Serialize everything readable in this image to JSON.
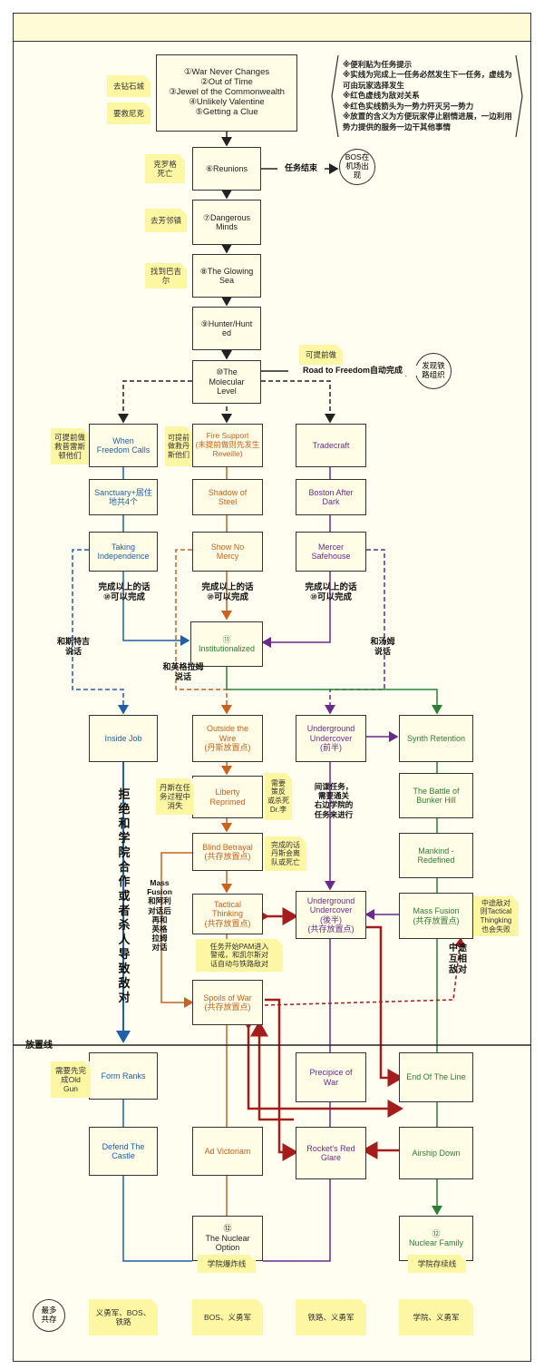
{
  "legend": {
    "text": "※便利贴为任务提示\n※实线为完成上一任务必然发生下一任务，虚线为可由玩家选择发生\n※红色虚线为敌对关系\n※红色实线箭头为一势力歼灭另一势力\n※放置的含义为方便玩家停止剧情进展，一边利用势力提供的服务一边干其他事情"
  },
  "nodes": {
    "main_start": "①War Never Changes\n②Out of Time\n③Jewel of the Commonwealth\n④Unlikely Valentine\n⑤Getting a Clue",
    "reunions": "⑥Reunions",
    "dangerous_minds": "⑦Dangerous\nMinds",
    "glowing_sea": "⑧The Glowing\nSea",
    "hunter_hunted": "⑨Hunter/Hunt\ned",
    "molecular_level": "⑩The\nMolecular\nLevel",
    "when_freedom_calls": "When\nFreedom Calls",
    "fire_support": "Fire Support\n(未提前做则先发生Reveille)",
    "tradecraft": "Tradecraft",
    "sanctuary": "Sanctuary+居住地共4个",
    "shadow_of_steel": "Shadow of\nSteel",
    "boston_after_dark": "Boston After\nDark",
    "taking_independence": "Taking\nIndependence",
    "show_no_mercy": "Show No\nMercy",
    "mercer_safehouse": "Mercer\nSafehouse",
    "institutionalized": "⑪\nInstitutionalized",
    "inside_job": "Inside Job",
    "outside_the_wire": "Outside the\nWire\n(丹斯放置点)",
    "underground_undercover_1": "Underground\nUndercover\n(前半)",
    "synth_retention": "Synth Retention",
    "liberty_reprimed": "Liberty\nReprimed",
    "battle_bunker_hill": "The Battle of\nBunker Hill",
    "blind_betrayal": "Blind Betrayal\n(共存放置点)",
    "mankind_redefined": "Mankind -\nRedefined",
    "tactical_thinking": "Tactical\nThinking\n(共存放置点)",
    "underground_undercover_2": "Underground\nUndercover\n(後半)\n(共存放置点)",
    "mass_fusion": "Mass Fusion\n(共存放置点)",
    "spoils_of_war": "Spoils of War\n(共存放置点)",
    "form_ranks": "Form Ranks",
    "precipice_of_war": "Precipice of\nWar",
    "end_of_the_line": "End Of The Line",
    "defend_the_castle": "Defend The\nCastle",
    "ad_victoriam": "Ad Victoriam",
    "rockets_red_glare": "Rocket's Red\nGlare",
    "airship_down": "Airship Down",
    "nuclear_option": "⑫\nThe Nuclear\nOption",
    "nuclear_family": "⑫\nNuclear Family"
  },
  "stickies": {
    "diamond_city": "去钻石城",
    "save_nick": "要救尼克",
    "kellogg_dead": "克罗格\n死亡",
    "goodneighbor": "去芳邻镇",
    "find_bobby": "找到巴吉尔",
    "can_early": "可提前做",
    "early_preston": "可提前做\n救普雷斯\n顿他们",
    "early_danse": "可提前\n做救丹\n斯他们",
    "danse_vanish": "丹斯在任\n务过程中\n消失",
    "need_persuade": "需要\n策反\n或杀死\nDr.李",
    "danse_leave": "完成的话\n丹斯会离\n队或死亡",
    "pam_notice": "任务开始PAM进入\n警戒，和凯尔斯对\n话自动与铁路敌对",
    "midway_tactical": "中途敌对\n则Tactical\nThingking\n也会失败",
    "need_old_gun": "需要先完\n成Old\nGun",
    "institute_blow": "学院爆炸线",
    "institute_survive": "学院存续线",
    "end1": "义勇军、BOS、\n铁路",
    "end2": "BOS、义勇军",
    "end3": "铁路、义勇军",
    "end4": "学院、义勇军"
  },
  "circles": {
    "bos_arrive": "BOS在\n机场出\n现",
    "find_railroad": "发现铁\n路组织",
    "max_coexist": "最多\n共存"
  },
  "labels": {
    "quest_end": "任务结束",
    "road_to_freedom": "Road to Freedom自动完成",
    "complete_above_1": "完成以上的话\n⑩可以完成",
    "complete_above_2": "完成以上的话\n⑩可以完成",
    "complete_above_3": "完成以上的话\n⑩可以完成",
    "talk_sturges": "和斯特吉\n说话",
    "talk_ingram": "和英格拉姆\n说话",
    "talk_tom": "和汤姆\n说话",
    "spy_mission": "间谍任务，\n需要通关\n右边学院的\n任务来进行",
    "mass_fusion_talk": "Mass\nFusion\n和阿利\n对话后\n再和\n英格\n拉姆\n对话",
    "midway_hostile": "中途\n互相\n敌对",
    "placement_line": "放置线",
    "refuse_institute": "拒绝和学院合作或者杀人导致敌对"
  },
  "colors": {
    "blue": "#1e5fa8",
    "orange": "#c8621c",
    "purple": "#6a2a8c",
    "green": "#2e7d32",
    "red": "#a41c1c",
    "sticky": "#fdf6a2"
  }
}
